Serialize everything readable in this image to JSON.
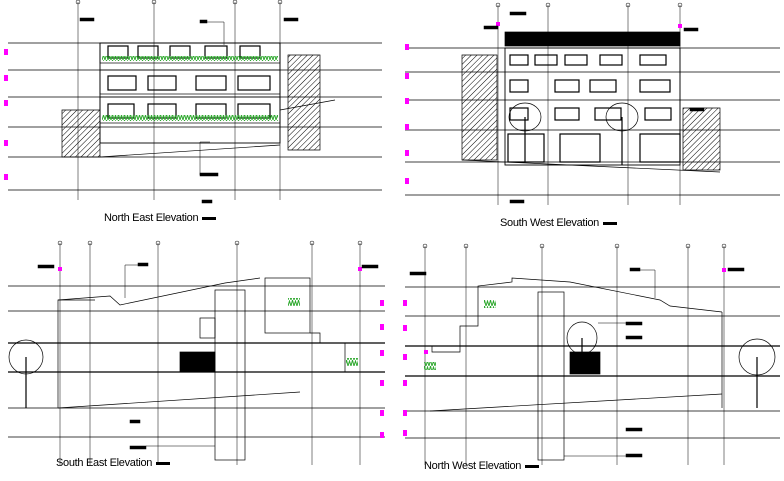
{
  "drawing": {
    "views": [
      {
        "id": "north-east",
        "title": "North East Elevation"
      },
      {
        "id": "south-west",
        "title": "South West Elevation"
      },
      {
        "id": "south-east",
        "title": "South East Elevation"
      },
      {
        "id": "north-west",
        "title": "North West Elevation"
      }
    ]
  },
  "colors": {
    "line": "#000000",
    "level_marker": "#ff00ff",
    "planting": "#2ea82e",
    "hatch": "#000000",
    "background": "#ffffff"
  }
}
